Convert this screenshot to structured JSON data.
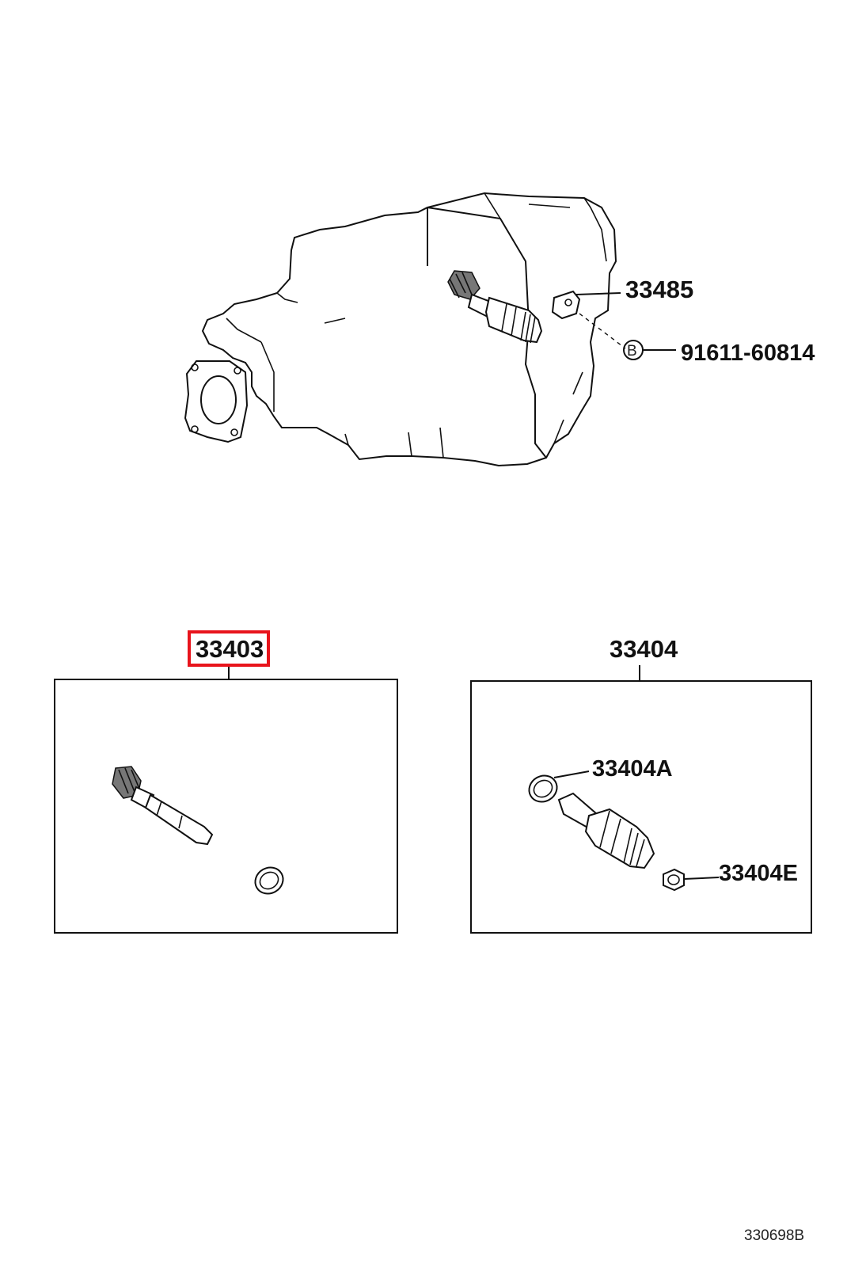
{
  "labels": {
    "part_33485": "33485",
    "bolt_marker": "B",
    "bolt_part": "91611-60814",
    "kit_left": "33403",
    "kit_right": "33404",
    "ring_33404A": "33404A",
    "plug_33404E": "33404E",
    "drawing_ref": "330698B"
  },
  "highlight": {
    "part": "33403",
    "color": "#e8141c"
  }
}
